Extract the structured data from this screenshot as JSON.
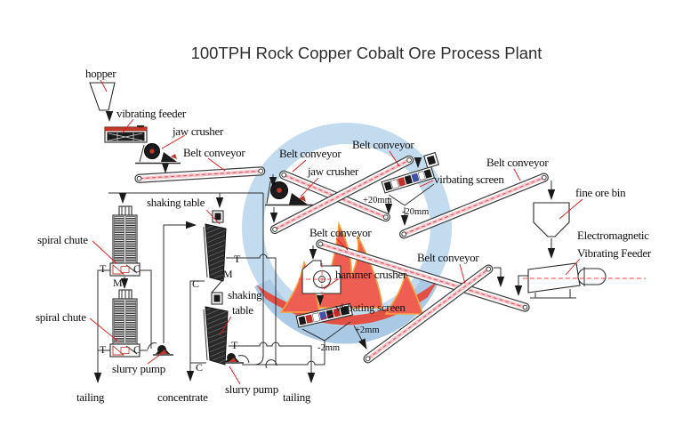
{
  "title": "100TPH Rock Copper Cobalt Ore Process Plant",
  "labels": {
    "hopper": "hopper",
    "vibrating_feeder": "vibrating feeder",
    "jaw_crusher": "jaw crusher",
    "belt_conveyor": "Belt conveyor",
    "vibrating_screen": "virbating screen",
    "fine_ore_bin": "fine ore bin",
    "electromagnetic_l1": "Electromagnetic",
    "electromagnetic_l2": "Vibrating Feeder",
    "shaking_table": "shaking table",
    "shaking_w1": "shaking",
    "shaking_w2": "table",
    "spiral_chute": "spiral chute",
    "slurry_pump": "slurry pump",
    "hammer_crusher": "hammer crusher",
    "tailing": "tailing",
    "concentrate": "concentrate",
    "plus_20mm": "+20mm",
    "minus_20mm": "-20mm",
    "plus_2mm": "+2mm",
    "minus_2mm": "-2mm",
    "t": "T",
    "m": "M",
    "c": "C"
  },
  "colors": {
    "leader_red": "#f01010",
    "line_dark": "#2f2f2f",
    "conveyor_stripe": "#f2c4cc",
    "conveyor_dash_red": "#e05050",
    "watermark_ring_blue": "#c2dbee",
    "watermark_flame_red": "#ef5e52",
    "watermark_flame_edge_orange": "#f7a33e",
    "watermark_swoosh_red": "#e25046",
    "watermark_arc_blue": "#a9c9e5",
    "equipment_accent_red": "#c0392b"
  }
}
